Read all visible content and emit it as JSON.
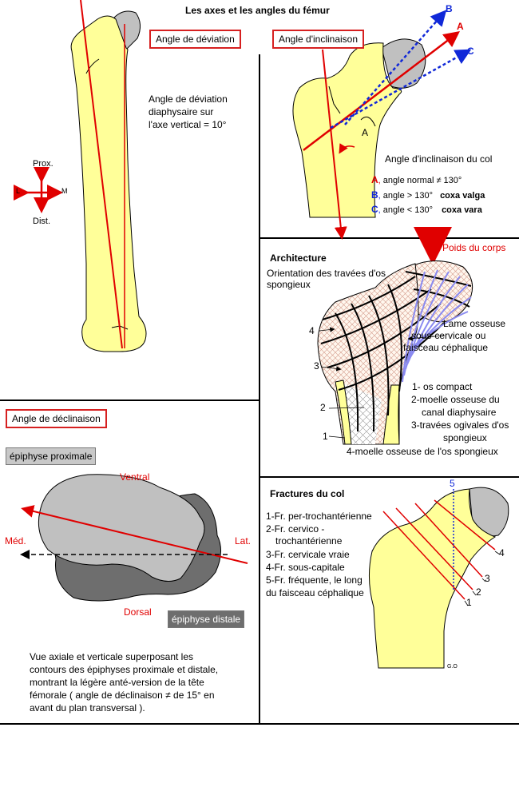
{
  "title": "Les axes et les angles du fémur",
  "panel_deviation": {
    "box": "Angle de déviation",
    "text_lines": [
      "Angle de déviation",
      "diaphysaire sur",
      "l'axe vertical = 10°"
    ],
    "compass": {
      "prox": "Prox.",
      "dist": "Dist.",
      "l": "L",
      "m": "M"
    }
  },
  "panel_inclinaison": {
    "box": "Angle d'inclinaison",
    "arrow_labels": {
      "a": "A",
      "b": "B",
      "c": "C"
    },
    "small_a": "A",
    "heading": "Angle d'inclinaison du col",
    "rows": [
      {
        "letter": "A",
        "text": "angle normal ≠ 130°",
        "bold": ""
      },
      {
        "letter": "B",
        "text": "angle > 130°",
        "bold": "coxa valga"
      },
      {
        "letter": "C",
        "text": "angle < 130°",
        "bold": "coxa vara"
      }
    ],
    "colors": {
      "a": "#e00000",
      "b": "#1028d8",
      "c": "#1028d8"
    }
  },
  "panel_architecture": {
    "title": "Architecture",
    "poids": "Poids du corps",
    "subtitle_lines": [
      "Orientation des travées d'os",
      "spongieux"
    ],
    "lame_lines": [
      "Lame osseuse",
      "sous-cervicale ou",
      "faisceau céphalique"
    ],
    "callouts": [
      "1",
      "2",
      "3",
      "4"
    ],
    "legend": [
      "1- os compact",
      "2-moelle osseuse du",
      "canal diaphysaire",
      "3-travées ogivales d'os",
      "spongieux",
      "4-moelle osseuse de l'os spongieux"
    ]
  },
  "panel_declinaison": {
    "box": "Angle de déclinaison",
    "proximal": "épiphyse proximale",
    "distal": "épiphyse distale",
    "ventral": "Ventral",
    "dorsal": "Dorsal",
    "med": "Méd.",
    "lat": "Lat.",
    "caption_lines": [
      "Vue axiale et verticale superposant les",
      "contours des épiphyses proximale et distale,",
      "montrant la légère anté-version de la tête",
      "fémorale ( angle de déclinaison ≠ de 15° en",
      "avant du plan transversal )."
    ]
  },
  "panel_fractures": {
    "title": "Fractures du col",
    "list_lines": [
      "1-Fr. per-trochantérienne",
      "2-Fr. cervico -",
      "trochantérienne",
      "3-Fr. cervicale vraie",
      "4-Fr. sous-capitale",
      "5-Fr. fréquente, le long",
      "du faisceau céphalique"
    ],
    "numbers": [
      "1",
      "2",
      "3",
      "4",
      "5"
    ],
    "signature": "G.O"
  },
  "colors": {
    "bone": "#ffff99",
    "cartilage": "#c0c0c0",
    "red": "#e00000",
    "blue": "#1028d8",
    "trabecula": "#8a8af0"
  }
}
